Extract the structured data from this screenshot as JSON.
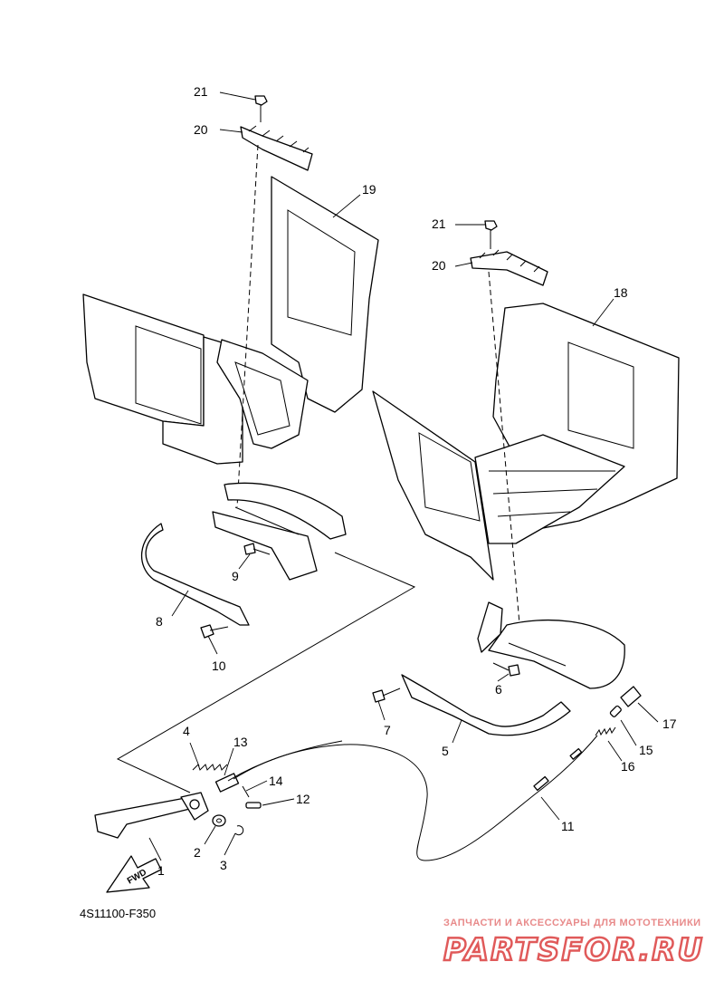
{
  "diagram": {
    "code": "4S11100-F350",
    "fwd_label": "FWD",
    "callouts": {
      "c1": "1",
      "c2": "2",
      "c3": "3",
      "c4": "4",
      "c5": "5",
      "c6": "6",
      "c7": "7",
      "c8": "8",
      "c9": "9",
      "c10": "10",
      "c11": "11",
      "c12": "12",
      "c13": "13",
      "c14": "14",
      "c15": "15",
      "c16": "16",
      "c17": "17",
      "c18": "18",
      "c19": "19",
      "c20a": "20",
      "c20b": "20",
      "c21a": "21",
      "c21b": "21"
    }
  },
  "watermark": {
    "subtitle": "ЗАПЧАСТИ И АКСЕССУАРЫ ДЛЯ МОТОТЕХНИКИ",
    "brand": "PARTSFOR.RU",
    "color": "#e05a5a"
  }
}
